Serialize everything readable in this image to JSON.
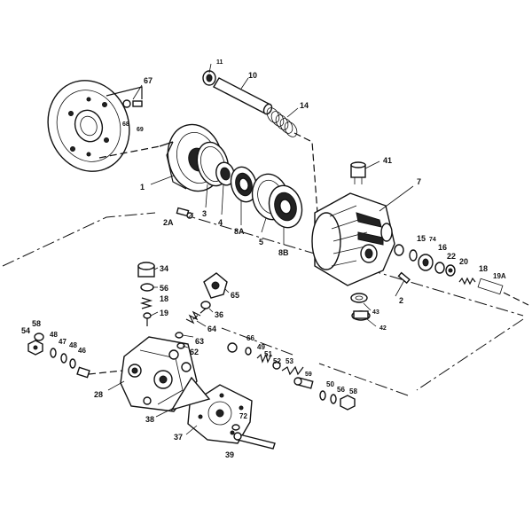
{
  "labels": {
    "l1": "1",
    "l2": "2",
    "l2a": "2A",
    "l3": "3",
    "l4": "4",
    "l5": "5",
    "l7": "7",
    "l8a": "8A",
    "l8b": "8B",
    "l10": "10",
    "l11": "11",
    "l14": "14",
    "l15": "15",
    "l16": "16",
    "l18a": "18",
    "l18b": "18",
    "l19": "19",
    "l19a": "19A",
    "l20": "20",
    "l22": "22",
    "l28": "28",
    "l34": "34",
    "l36": "36",
    "l37": "37",
    "l38": "38",
    "l39": "39",
    "l41": "41",
    "l42": "42",
    "l43": "43",
    "l46": "46",
    "l47": "47",
    "l48a": "48",
    "l48b": "48",
    "l49": "49",
    "l50": "50",
    "l51": "51",
    "l52": "52",
    "l53": "53",
    "l54": "54",
    "l56a": "56",
    "l56b": "56",
    "l58a": "58",
    "l58b": "58",
    "l59": "59",
    "l62": "62",
    "l63": "63",
    "l64": "64",
    "l65": "65",
    "l66": "66",
    "l67": "67",
    "l68": "68",
    "l69": "69",
    "l72": "72",
    "l74": "74"
  }
}
